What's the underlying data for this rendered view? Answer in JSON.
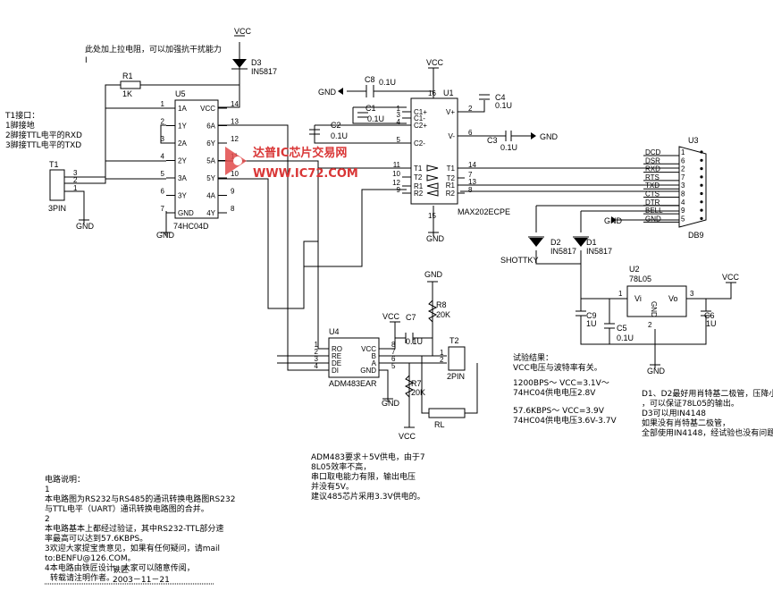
{
  "pullup_note": [
    "此处加上拉电阻，可以加强抗干扰能力",
    "Ⅰ"
  ],
  "t1_note": [
    "T1接口：",
    "1脚接地",
    "2脚接TTL电平的RXD",
    "3脚接TTL电平的TXD"
  ],
  "t1": {
    "ref": "T1",
    "name": "3PIN",
    "pins": [
      "3",
      "2",
      "1"
    ]
  },
  "r1": {
    "ref": "R1",
    "value": "1K"
  },
  "u5": {
    "ref": "U5",
    "part": "74HC04D",
    "left_pins": [
      "1A",
      "1Y",
      "2A",
      "2Y",
      "3A",
      "3Y",
      "GND"
    ],
    "left_nums": [
      "1",
      "2",
      "3",
      "4",
      "5",
      "6",
      "7"
    ],
    "right_pins": [
      "VCC",
      "6A",
      "6Y",
      "5A",
      "5Y",
      "4A",
      "4Y"
    ],
    "right_nums": [
      "14",
      "13",
      "12",
      "11",
      "10",
      "9",
      "8"
    ]
  },
  "d3": {
    "ref": "D3",
    "part": "IN5817"
  },
  "vcc": "VCC",
  "gnd": "GND",
  "u1": {
    "ref": "U1",
    "part": "MAX202ECPE",
    "left_pins": [
      "C1+",
      "C1-",
      "C2+",
      "C2-",
      "T1",
      "T2",
      "R1",
      "R2"
    ],
    "left_nums": [
      "1",
      "3",
      "4",
      "5",
      "11",
      "10",
      "12",
      "9"
    ],
    "right_pins": [
      "V+",
      "V-",
      "T1",
      "T2",
      "R1",
      "R2"
    ],
    "right_nums": [
      "2",
      "6",
      "14",
      "7",
      "13",
      "8"
    ],
    "top_num": "16",
    "bottom_num": "15"
  },
  "caps": {
    "c8": "C8",
    "c8_val": "0.1U",
    "c1": "C1",
    "c1_val": "0.1U",
    "c2": "C2",
    "c2_val": "0.1U",
    "c3": "C3",
    "c3_val": "0.1U",
    "c4": "C4",
    "c4_val": "0.1U",
    "c7": "C7",
    "c7_val": "0.1U",
    "c9": "C9",
    "c9_val": "1U",
    "c5": "C5",
    "c5_val": "0.1U",
    "c6": "C6",
    "c6_val": "1U"
  },
  "u3": {
    "ref": "U3",
    "part": "DB9",
    "signals": [
      "DCD",
      "DSR",
      "RXD",
      "RTS",
      "TXD",
      "CTS",
      "DTR",
      "BELL",
      "GND"
    ],
    "nums": [
      "1",
      "6",
      "2",
      "7",
      "3",
      "8",
      "4",
      "9",
      "5"
    ]
  },
  "d2": {
    "ref": "D2",
    "part": "IN5817",
    "note": "SHOTTKY"
  },
  "d1": {
    "ref": "D1",
    "part": "IN5817"
  },
  "u2": {
    "ref": "U2",
    "part": "78L05",
    "vi": "Vi",
    "vo": "Vo",
    "gnd": "GND",
    "pins": [
      "1",
      "3",
      "2"
    ]
  },
  "u4": {
    "ref": "U4",
    "part": "ADM483EAR",
    "left_pins": [
      "RO",
      "RE",
      "DE",
      "DI"
    ],
    "left_nums": [
      "1",
      "2",
      "3",
      "4"
    ],
    "right_pins": [
      "VCC",
      "B",
      "A",
      "GND"
    ],
    "right_nums": [
      "8",
      "7",
      "6",
      "5"
    ]
  },
  "r8": {
    "ref": "R8",
    "value": "20K"
  },
  "r7": {
    "ref": "R7",
    "value": "20K"
  },
  "rl": "RL",
  "t2": {
    "ref": "T2",
    "name": "2PIN",
    "pins": [
      "1",
      "2"
    ]
  },
  "test_result": [
    "试验结果：",
    "VCC电压与波特率有关。",
    "1200BPS～ VCC=3.1V～",
    "74HC04供电电压2.8V",
    "57.6KBPS～ VCC=3.9V",
    "74HC04供电电压3.6V-3.7V"
  ],
  "diode_note": [
    "D1、D2最好用肖特基二极管，压降小，",
    "，可以保证78L05的输出。",
    "D3可以用IN4148",
    "如果没有肖特基二极管，",
    "全部使用IN4148，经试验也没有问题"
  ],
  "adm_note": [
    "ADM483要求＋5V供电，由于7",
    "8L05效率不高，",
    "串口取电能力有限，输出电压",
    "并没有5V。",
    "建议485芯片采用3.3V供电的。"
  ],
  "circuit_note": [
    "电路说明：",
    "1",
    "本电路图为RS232与RS485的通讯转换电路图RS232",
    "与TTL电平（UART）通讯转换电路图的合并。",
    "2",
    "本电路基本上都经过验证，其中RS232-TTL部分速",
    "率最高可以达到57.6KBPS。",
    "3欢迎大家提宝贵意见，如果有任何疑问，请mail",
    "to:BENFU@126.COM。",
    "4本电路由铁匠设计，大家可以随意传阅，",
    "转载请注明作者。"
  ],
  "signature": {
    "author": "铁匠",
    "date": "2003－11－21"
  },
  "watermark": {
    "name": "达普IC芯片交易网",
    "url": "WWW.IC72.COM"
  },
  "colors": {
    "watermark": "#d93636"
  }
}
